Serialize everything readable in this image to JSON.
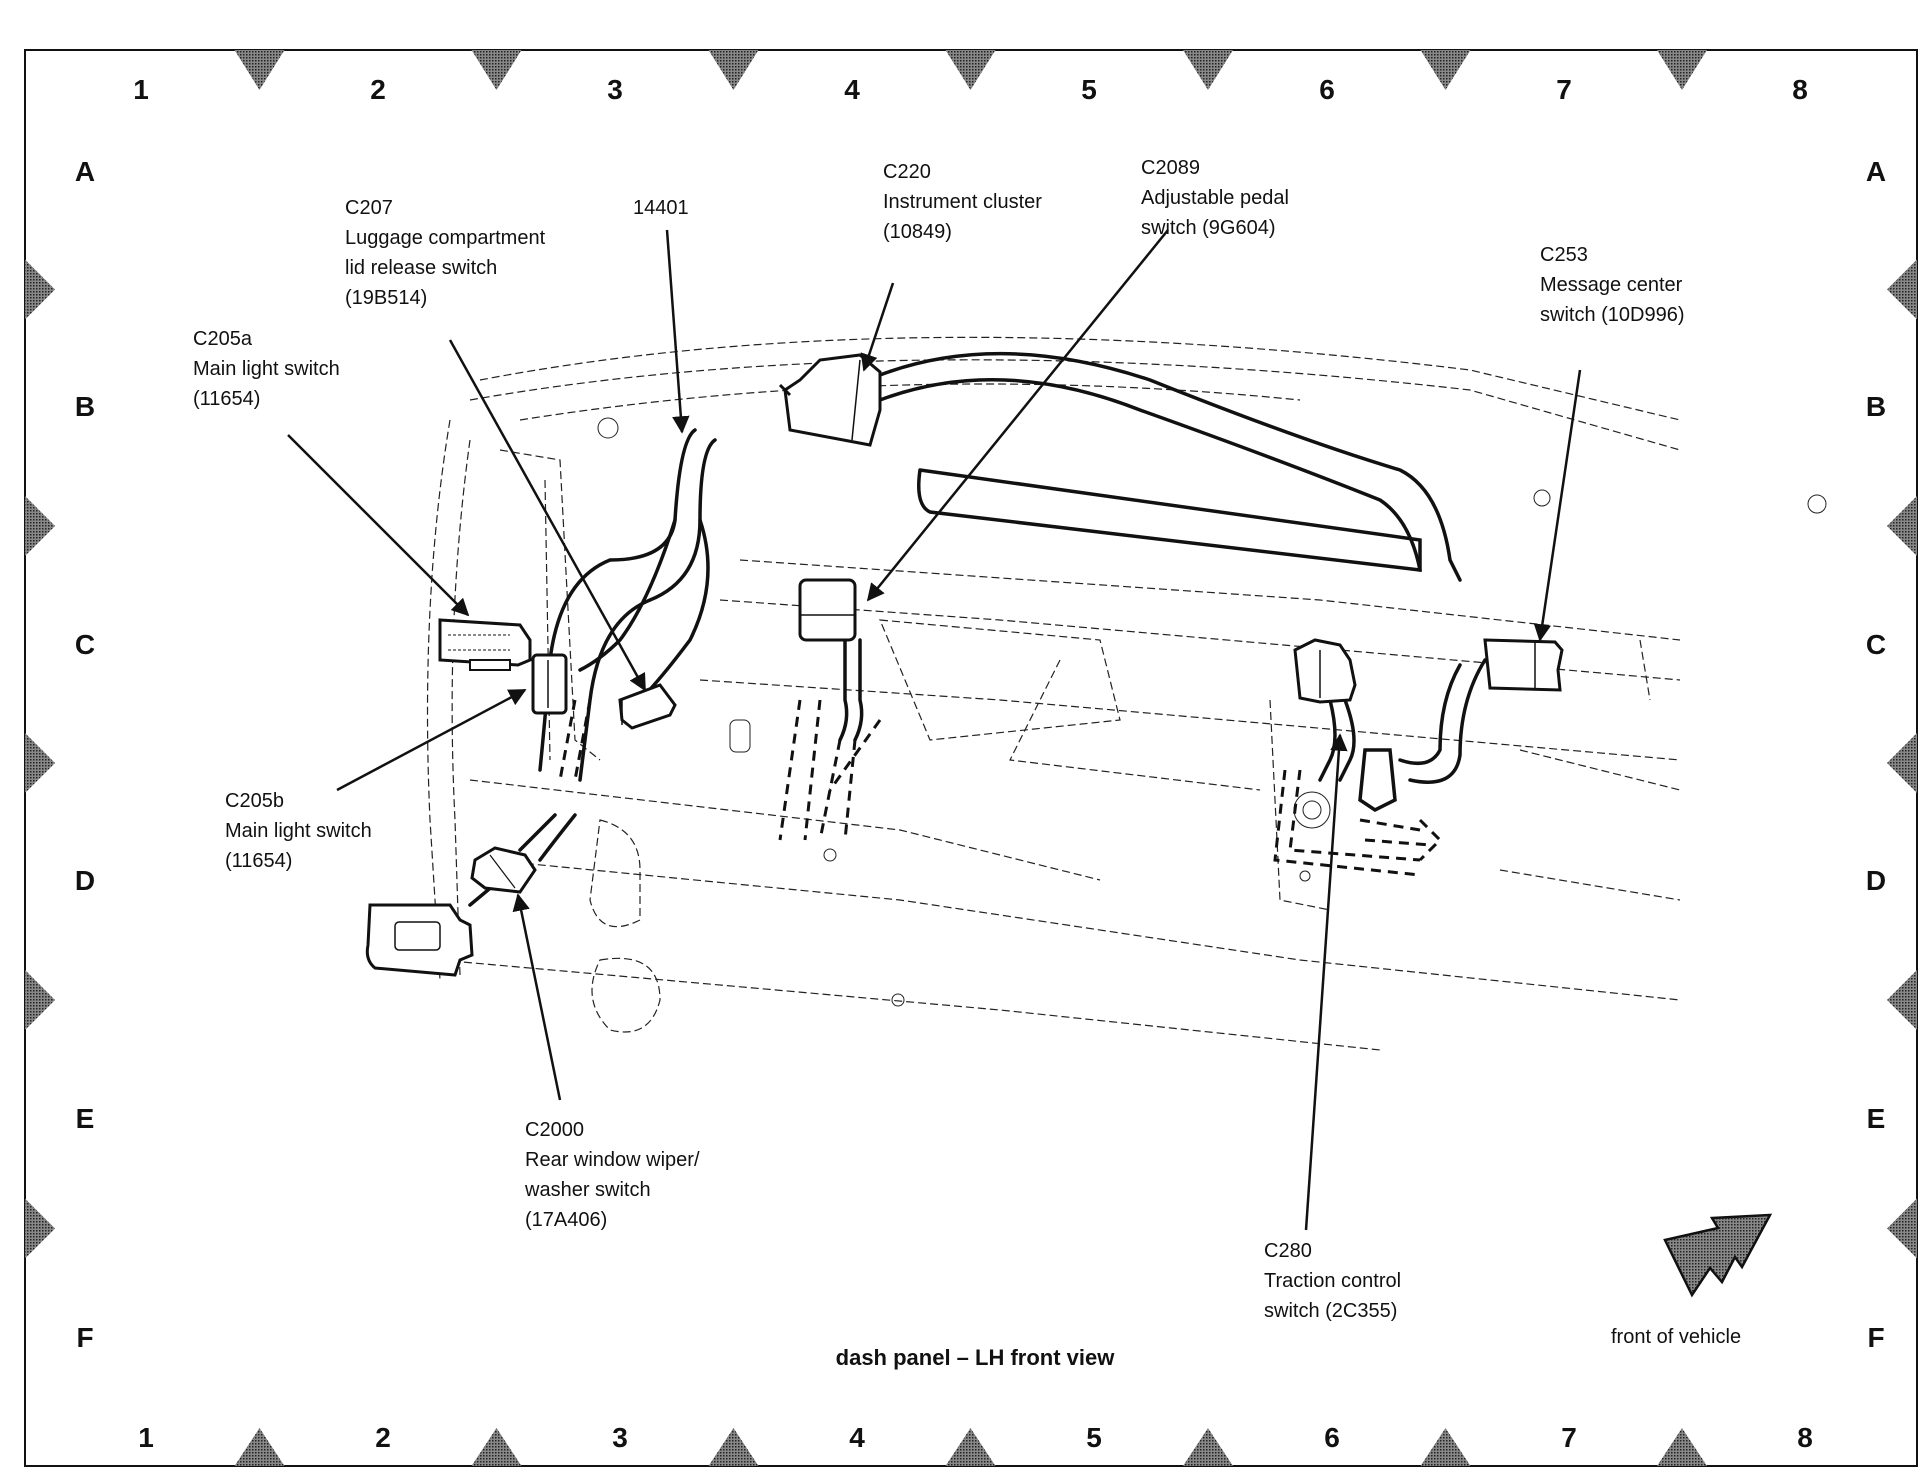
{
  "grid": {
    "columns": [
      "1",
      "2",
      "3",
      "4",
      "5",
      "6",
      "7",
      "8"
    ],
    "rows": [
      "A",
      "B",
      "C",
      "D",
      "E",
      "F"
    ]
  },
  "callouts": [
    {
      "id": "C207",
      "lines": [
        "C207",
        "Luggage compartment",
        "lid release switch",
        "(19B514)"
      ]
    },
    {
      "id": "14401",
      "lines": [
        "14401"
      ]
    },
    {
      "id": "C220",
      "lines": [
        "C220",
        "Instrument cluster",
        "(10849)"
      ]
    },
    {
      "id": "C2089",
      "lines": [
        "C2089",
        "Adjustable pedal",
        "switch (9G604)"
      ]
    },
    {
      "id": "C253",
      "lines": [
        "C253",
        "Message center",
        "switch (10D996)"
      ]
    },
    {
      "id": "C205a",
      "lines": [
        "C205a",
        "Main light switch",
        "(11654)"
      ]
    },
    {
      "id": "C205b",
      "lines": [
        "C205b",
        "Main light switch",
        "(11654)"
      ]
    },
    {
      "id": "C2000",
      "lines": [
        "C2000",
        "Rear window wiper/",
        "washer switch",
        "(17A406)"
      ]
    },
    {
      "id": "C280",
      "lines": [
        "C280",
        "Traction control",
        "switch (2C355)"
      ]
    }
  ],
  "caption": "dash panel – LH front view",
  "orientation": {
    "label": "front of vehicle",
    "icon": "front-of-vehicle-arrow-icon"
  },
  "colors": {
    "ink": "#111111",
    "marker": "#555555",
    "background": "#ffffff"
  }
}
